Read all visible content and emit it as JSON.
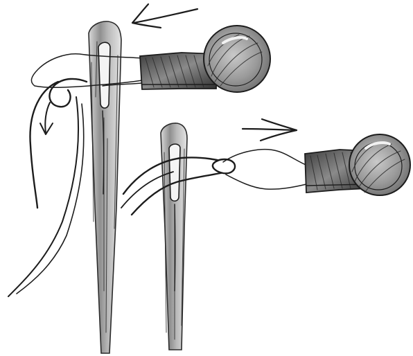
{
  "illustration": {
    "subject": "needle-threader-sketch",
    "style": "pen-and-marker-sketch",
    "colors": {
      "background": "#ffffff",
      "ink": "#1c1c1c",
      "needle_shade": "#8f8f8f",
      "threader_disc": "#9a9a9a",
      "threader_handle": "#555555"
    },
    "panels": [
      {
        "name": "step-insert",
        "arrow_direction": "left"
      },
      {
        "name": "step-pull-through",
        "arrow_direction": "right"
      }
    ]
  }
}
